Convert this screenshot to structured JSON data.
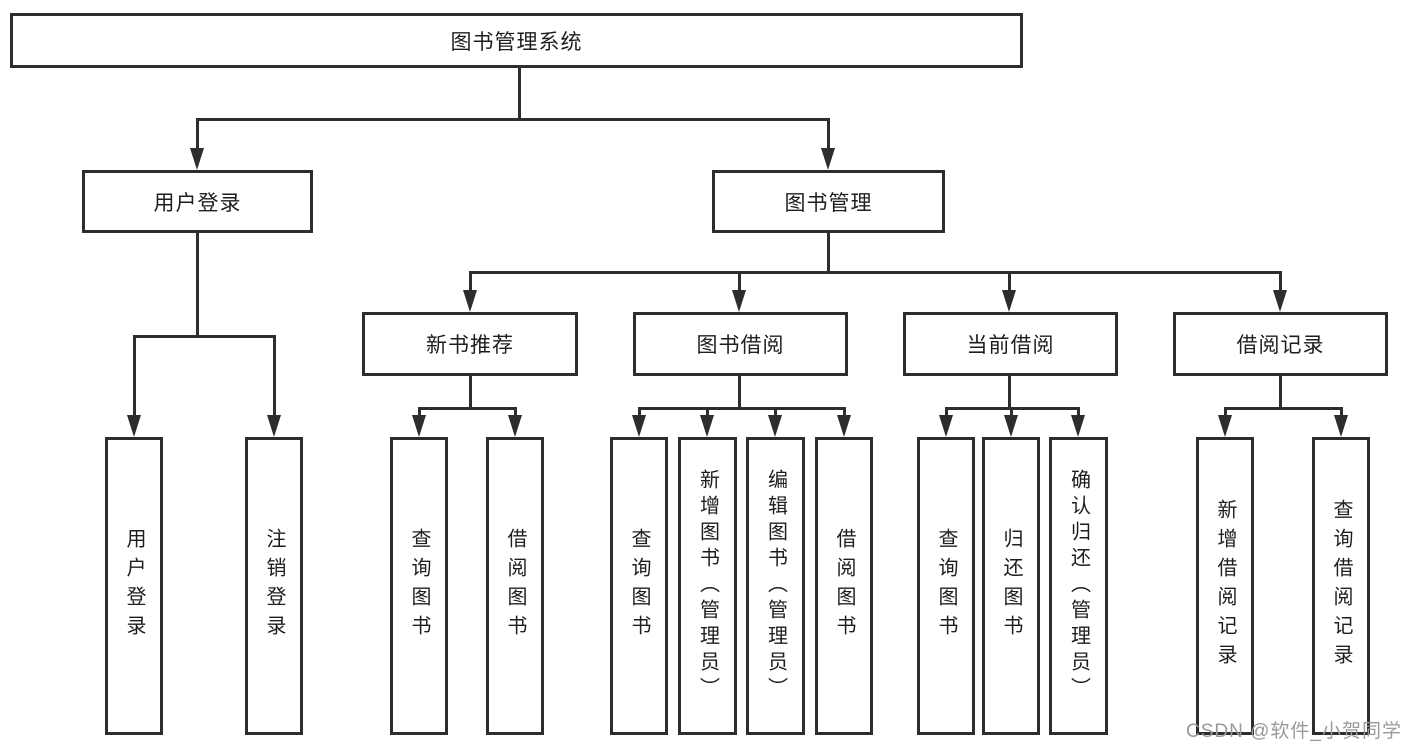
{
  "diagram": {
    "title": "图书管理系统",
    "root": {
      "label": "图书管理系统"
    },
    "level2": [
      {
        "label": "用户登录"
      },
      {
        "label": "图书管理"
      }
    ],
    "level3": [
      {
        "label": "新书推荐"
      },
      {
        "label": "图书借阅"
      },
      {
        "label": "当前借阅"
      },
      {
        "label": "借阅记录"
      }
    ],
    "leaves": {
      "user_login": [
        "用户登录",
        "注销登录"
      ],
      "new_books": [
        "查询图书",
        "借阅图书"
      ],
      "book_borrow": [
        "查询图书",
        "新增图书（管理员）",
        "编辑图书（管理员）",
        "借阅图书"
      ],
      "current_borrow": [
        "查询图书",
        "归还图书",
        "确认归还（管理员）"
      ],
      "borrow_records": [
        "新增借阅记录",
        "查询借阅记录"
      ]
    }
  },
  "watermark": {
    "text": "CSDN @软件_小贺同学"
  },
  "colors": {
    "line": "#2d2d2d",
    "text": "#1e1e1e",
    "background": "#ffffff",
    "watermark": "#9a9a9a"
  }
}
